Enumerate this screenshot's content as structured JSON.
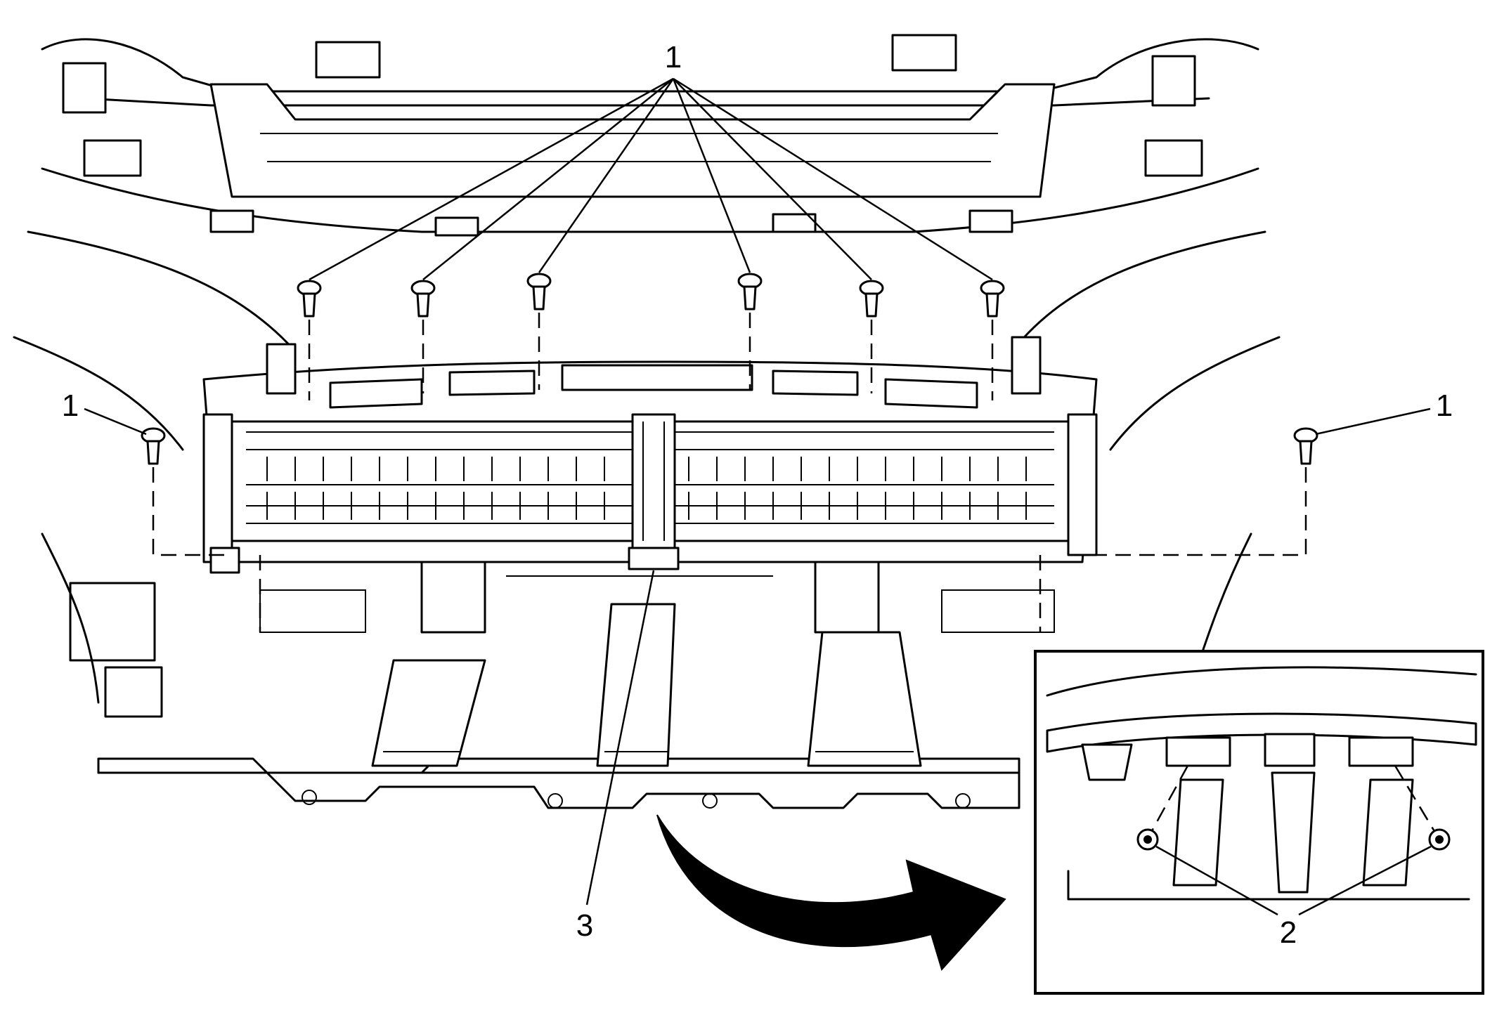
{
  "callouts": {
    "fastener": "1",
    "insert_fastener": "2",
    "shutter_assembly": "3"
  },
  "colors": {
    "line": "#000000",
    "background": "#ffffff",
    "shade": "#e6e6e6"
  },
  "icons": [
    "bolt-icon",
    "curved-arrow-icon"
  ]
}
